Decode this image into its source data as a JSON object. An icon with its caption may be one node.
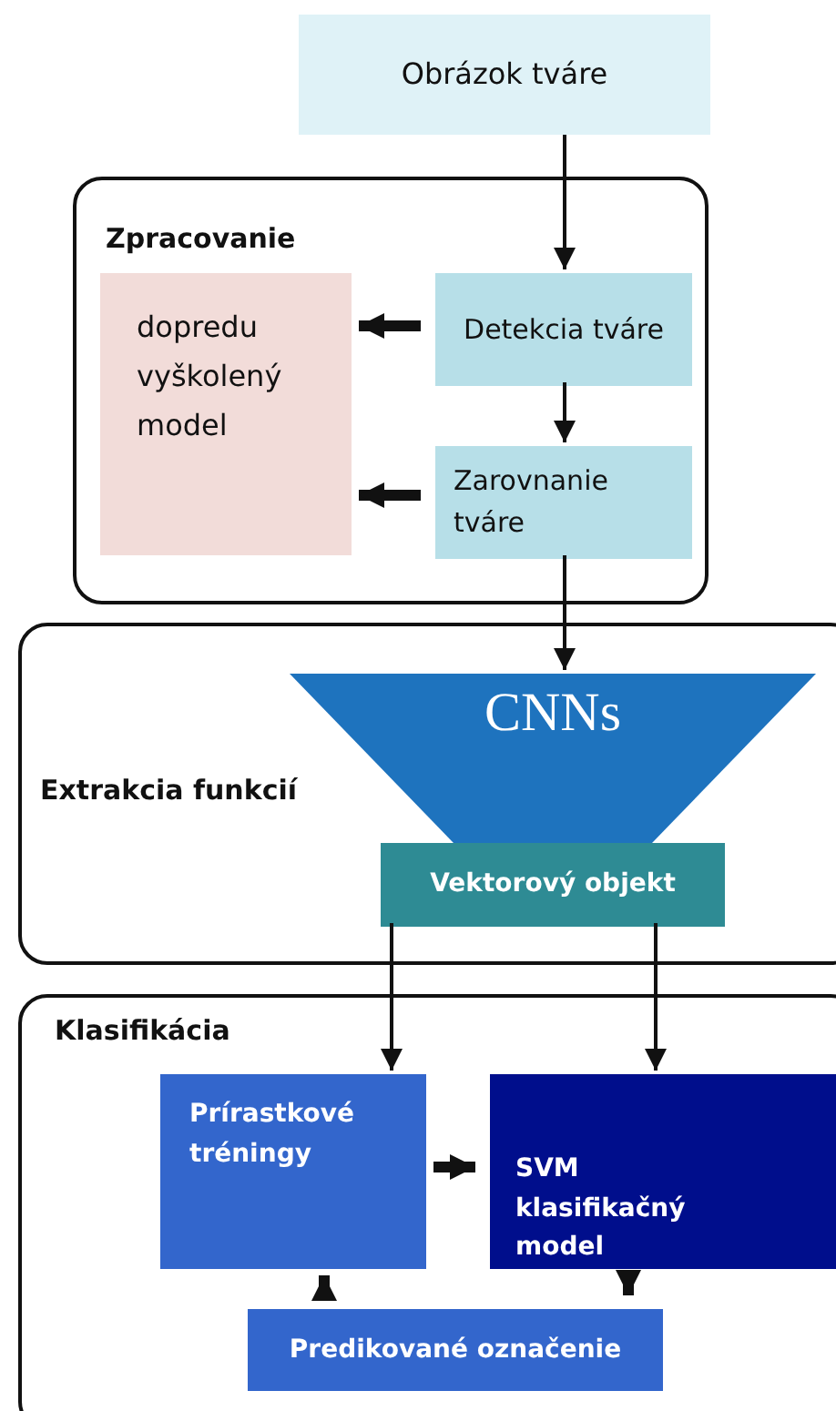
{
  "diagram": {
    "nodes": [
      {
        "text": [
          "Obrázok tváre"
        ]
      },
      {
        "text": [
          "Zpracovanie"
        ]
      },
      {
        "text": [
          "dopredu vyškolený model"
        ],
        "in": 1
      },
      {
        "text": [
          "Detekcia tváre"
        ],
        "in": 1
      },
      {
        "text": [
          "Zarovnanie tváre"
        ],
        "in": 1
      },
      {
        "text": [
          "Extrakcia funkcií"
        ]
      },
      {
        "text": [
          "CNNs"
        ],
        "in": 5
      },
      {
        "text": [
          "Vektorový objekt"
        ],
        "in": 5
      },
      {
        "text": [
          "Klasifikácia"
        ]
      },
      {
        "text": [
          "Prírastkové tréningy"
        ],
        "in": 8
      },
      {
        "text": [
          "SVM klasifikačný model"
        ],
        "in": 8
      },
      {
        "text": [
          "Predikované označenie"
        ],
        "in": 8
      }
    ],
    "edges": [
      {
        "from": 0,
        "to": 3,
        "arrow": "to"
      },
      {
        "from": 3,
        "to": 2,
        "arrow": "to",
        "style": "thick"
      },
      {
        "from": 4,
        "to": 2,
        "arrow": "to",
        "style": "thick"
      },
      {
        "from": 3,
        "to": 4,
        "arrow": "to"
      },
      {
        "from": 4,
        "to": 6,
        "arrow": "to"
      },
      {
        "from": 7,
        "to": 9,
        "arrow": "to"
      },
      {
        "from": 7,
        "to": 10,
        "arrow": "to"
      },
      {
        "from": 9,
        "to": 10,
        "arrow": "to",
        "style": "thick"
      },
      {
        "from": 10,
        "to": 11,
        "arrow": "to",
        "style": "thick"
      },
      {
        "from": 11,
        "to": 9,
        "arrow": "to",
        "style": "thick"
      }
    ]
  }
}
